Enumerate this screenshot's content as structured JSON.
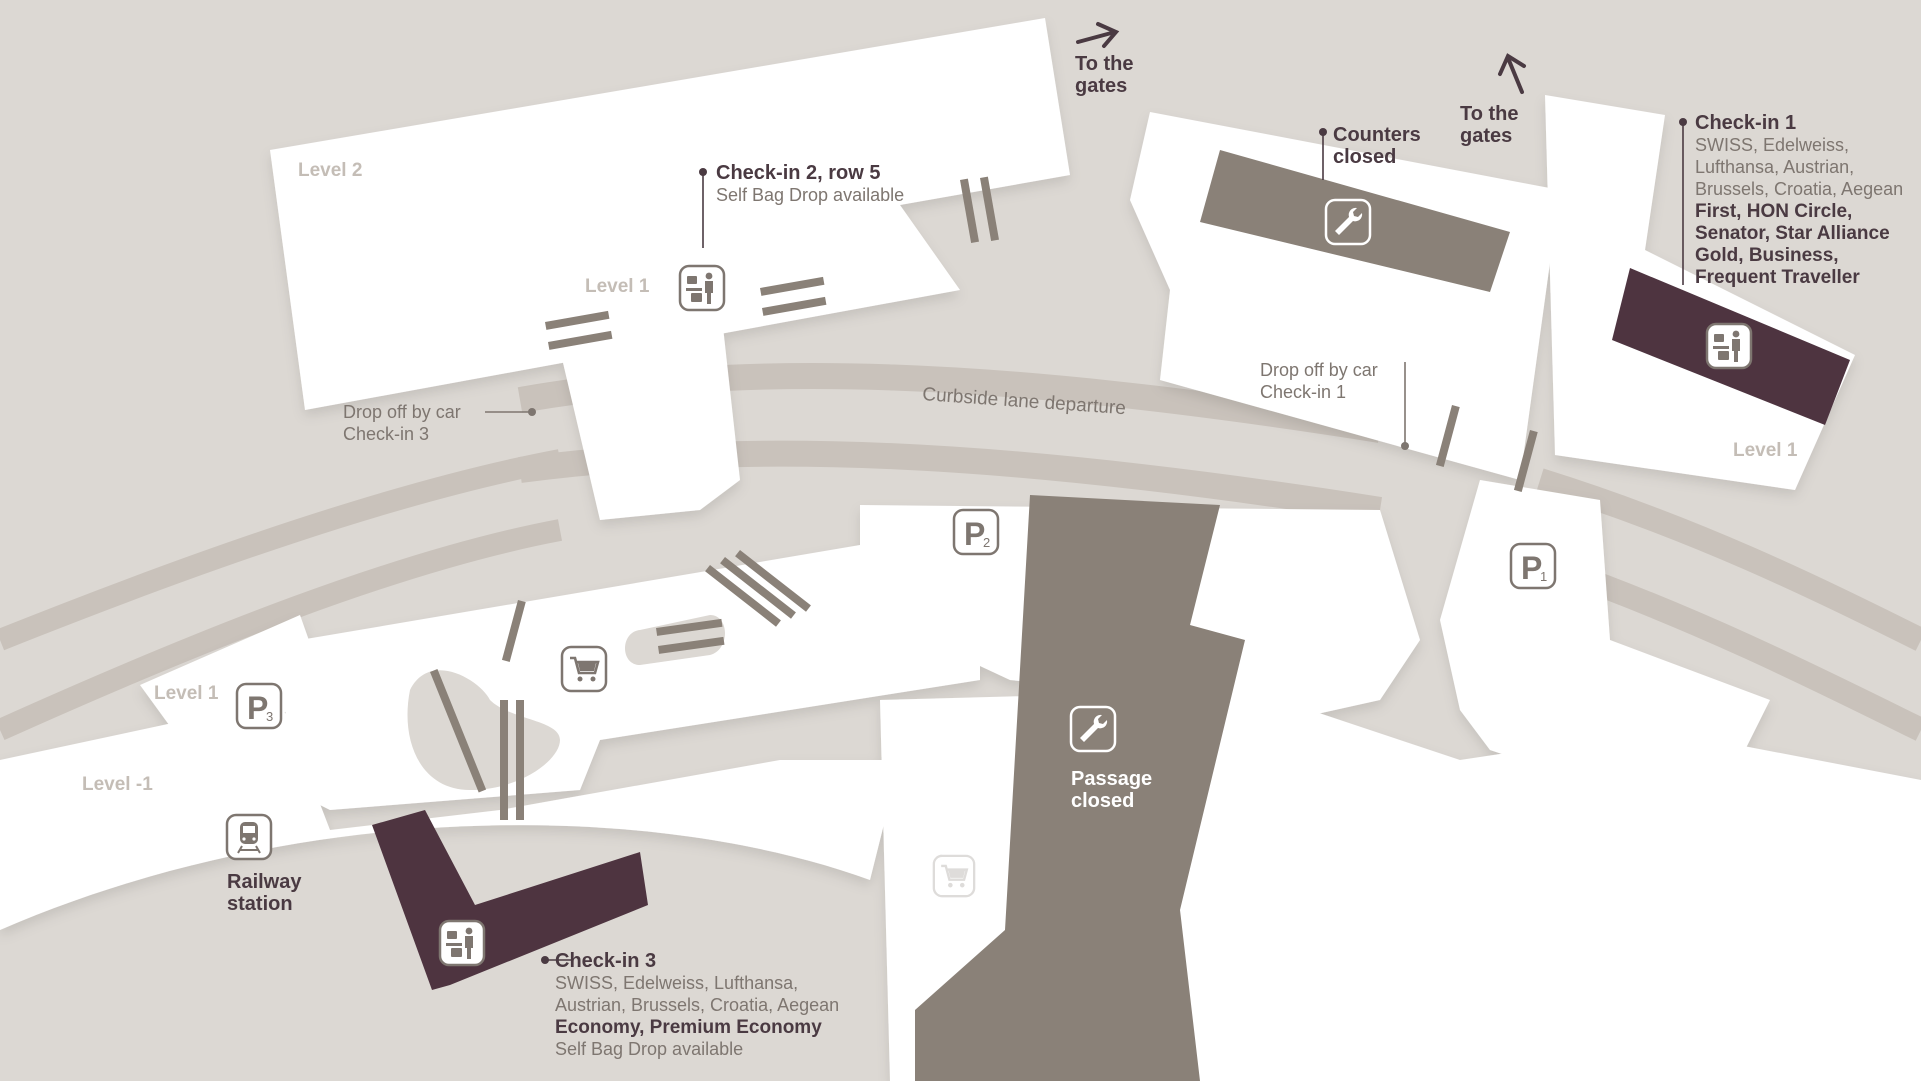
{
  "colors": {
    "ground": "#dcd8d3",
    "lane": "#c9c2bb",
    "building": "#ffffff",
    "closed": "#8a8178",
    "checkin": "#4e3440",
    "text_dark": "#4a3a42",
    "text_grey": "#7e7670",
    "level_label": "#c4bdb6"
  },
  "levels": {
    "level2": "Level 2",
    "level1_center": "Level 1",
    "level1_right": "Level 1",
    "level1_left": "Level 1",
    "level_minus1": "Level -1"
  },
  "street": {
    "curbside": "Curbside lane departure"
  },
  "gates": {
    "left": [
      "To the",
      "gates"
    ],
    "right": [
      "To the",
      "gates"
    ]
  },
  "counters_closed": [
    "Counters",
    "closed"
  ],
  "passage_closed": [
    "Passage",
    "closed"
  ],
  "railway": [
    "Railway",
    "station"
  ],
  "dropoff_1": [
    "Drop off by car",
    "Check-in 1"
  ],
  "dropoff_3": [
    "Drop off by car",
    "Check-in 3"
  ],
  "checkin1": {
    "title": "Check-in 1",
    "airlines": [
      "SWISS, Edelweiss,",
      "Lufthansa, Austrian,",
      "Brussels, Croatia, Aegean"
    ],
    "classes": [
      "First, HON Circle,",
      "Senator, Star Alliance",
      "Gold, Business,",
      "Frequent Traveller"
    ]
  },
  "checkin2": {
    "title": "Check-in 2, row 5",
    "note": "Self Bag Drop available"
  },
  "checkin3": {
    "title": "Check-in 3",
    "airlines": [
      "SWISS, Edelweiss, Lufthansa,",
      "Austrian, Brussels, Croatia, Aegean"
    ],
    "classes": "Economy, Premium Economy",
    "note": "Self Bag Drop available"
  },
  "parking": {
    "p1": {
      "letter": "P",
      "number": "1"
    },
    "p2": {
      "letter": "P",
      "number": "2"
    },
    "p3": {
      "letter": "P",
      "number": "3"
    }
  },
  "icons": [
    "checkin-icon",
    "wrench-icon",
    "parking-icon",
    "shopping-cart-icon",
    "train-icon",
    "arrow-icon"
  ]
}
